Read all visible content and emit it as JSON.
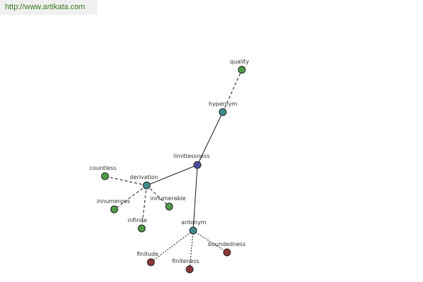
{
  "site_link": {
    "text": "http://www.artikata.com"
  },
  "colors": {
    "center": "#4a4f9a",
    "relation": "#3f8b8b",
    "synonym": "#4f9a48",
    "antonym_word": "#8a3535"
  },
  "nodes": [
    {
      "id": "limitlessness",
      "label": "limitlessness",
      "kind": "center"
    },
    {
      "id": "hypernym",
      "label": "hypernym",
      "kind": "relation"
    },
    {
      "id": "quality",
      "label": "quality",
      "kind": "synonym"
    },
    {
      "id": "derivation",
      "label": "derivation",
      "kind": "relation"
    },
    {
      "id": "countless",
      "label": "countless",
      "kind": "synonym"
    },
    {
      "id": "innumerous",
      "label": "innumerous",
      "kind": "synonym"
    },
    {
      "id": "infinite",
      "label": "infinite",
      "kind": "synonym"
    },
    {
      "id": "innumerable",
      "label": "innumerable",
      "kind": "synonym"
    },
    {
      "id": "antonym",
      "label": "antonym",
      "kind": "relation"
    },
    {
      "id": "finitude",
      "label": "finitude",
      "kind": "antonym_word"
    },
    {
      "id": "finiteness",
      "label": "finiteness",
      "kind": "antonym_word"
    },
    {
      "id": "boundedness",
      "label": "boundedness",
      "kind": "antonym_word"
    }
  ],
  "edges": [
    {
      "from": "limitlessness",
      "to": "hypernym",
      "style": "solid"
    },
    {
      "from": "hypernym",
      "to": "quality",
      "style": "dashed"
    },
    {
      "from": "limitlessness",
      "to": "derivation",
      "style": "solid"
    },
    {
      "from": "derivation",
      "to": "countless",
      "style": "dashed"
    },
    {
      "from": "derivation",
      "to": "innumerous",
      "style": "dashed"
    },
    {
      "from": "derivation",
      "to": "infinite",
      "style": "dashed"
    },
    {
      "from": "derivation",
      "to": "innumerable",
      "style": "dashed"
    },
    {
      "from": "limitlessness",
      "to": "antonym",
      "style": "solid"
    },
    {
      "from": "antonym",
      "to": "finitude",
      "style": "dotted"
    },
    {
      "from": "antonym",
      "to": "finiteness",
      "style": "dotted"
    },
    {
      "from": "antonym",
      "to": "boundedness",
      "style": "dotted"
    }
  ]
}
